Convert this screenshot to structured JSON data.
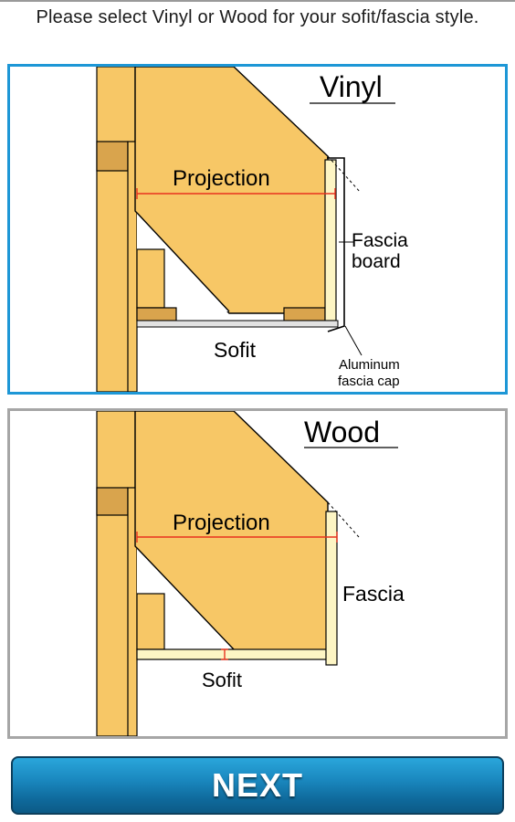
{
  "instruction": "Please select Vinyl or Wood for your sofit/fascia style.",
  "options": [
    {
      "id": "vinyl",
      "title": "Vinyl",
      "labels": {
        "projection": "Projection",
        "fascia_board_line1": "Fascia",
        "fascia_board_line2": "board",
        "sofit": "Sofit",
        "cap_line1": "Aluminum",
        "cap_line2": "fascia cap"
      }
    },
    {
      "id": "wood",
      "title": "Wood",
      "labels": {
        "projection": "Projection",
        "fascia": "Fascia",
        "sofit": "Sofit"
      }
    }
  ],
  "next_button": {
    "label": "NEXT"
  },
  "colors": {
    "wood_fill": "#f7c766",
    "wood_dark": "#d9a44d",
    "board_fill": "#fdf5c4",
    "projection_line": "#e8321e",
    "selected_border": "#1d97d6",
    "unselected_border": "#a6a6a6",
    "button_fill": "#1a88bf"
  }
}
